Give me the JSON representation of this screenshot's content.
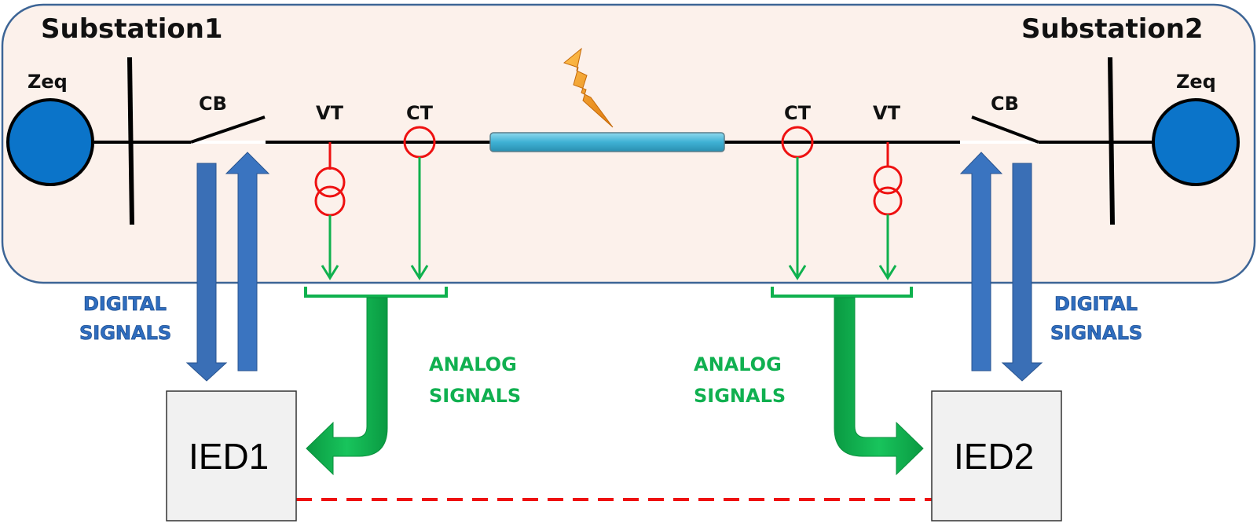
{
  "diagram": {
    "substation_left": {
      "title": "Substation1",
      "source_label": "Zeq",
      "breaker_label": "CB",
      "vt_label": "VT",
      "ct_label": "CT"
    },
    "substation_right": {
      "title": "Substation2",
      "source_label": "Zeq",
      "breaker_label": "CB",
      "vt_label": "VT",
      "ct_label": "CT"
    },
    "signals": {
      "digital_left_line1": "DIGITAL",
      "digital_left_line2": "SIGNALS",
      "digital_right_line1": "DIGITAL",
      "digital_right_line2": "SIGNALS",
      "analog_left_line1": "ANALOG",
      "analog_left_line2": "SIGNALS",
      "analog_right_line1": "ANALOG",
      "analog_right_line2": "SIGNALS"
    },
    "ied_left": "IED1",
    "ied_right": "IED2",
    "colors": {
      "substation_fill": "#fcf1eb",
      "substation_border": "#3d6596",
      "source_fill": "#0b74c9",
      "transformer": "#ee1111",
      "analog": "#0fb14e",
      "digital": "#3a74c0",
      "line": "#45b3d6",
      "fault": "#f59a23",
      "comm_link": "#ee1111"
    }
  }
}
